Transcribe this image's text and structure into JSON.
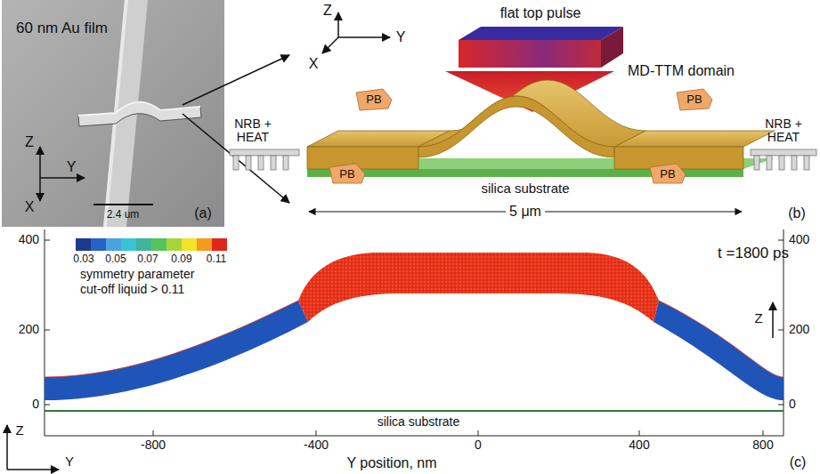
{
  "diagram": {
    "labels": [
      "60 nm Au film",
      "2.4 um",
      "Z",
      "X",
      "Y",
      "(a)",
      "Z",
      "Y",
      "X",
      "flat top pulse",
      "MD-TTM domain",
      "PB",
      "PB",
      "NRB + HEAT",
      "NRB + HEAT",
      "PB",
      "PB",
      "silica substrate",
      "5 μm",
      "(b)",
      "400",
      "200",
      "0",
      "0.03",
      "0.05",
      "0.07",
      "0.09",
      "0.11",
      "symmetry parameter",
      "cut-off liquid > 0.11",
      "t =1800 ps",
      "Z",
      "400",
      "200",
      "0",
      "silica substrate",
      "Z",
      "Y",
      "-800",
      "-400",
      "0",
      "400",
      "800",
      "Y position, nm",
      "(c)"
    ]
  }
}
